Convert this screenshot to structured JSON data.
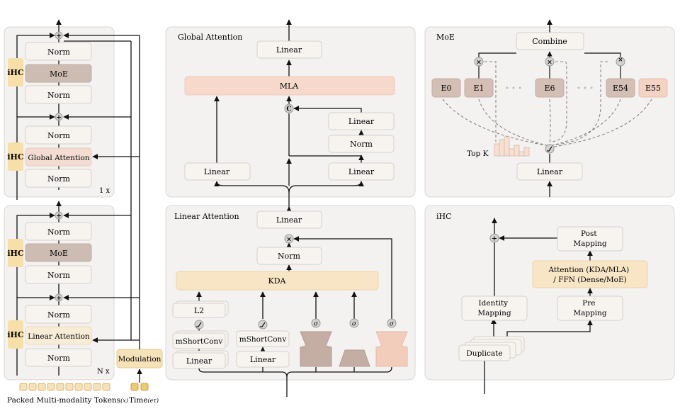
{
  "colors": {
    "panel_bg": "#f4f2f1",
    "panel_border": "#d8d6d4",
    "box_bg": "#f7f4f0",
    "box_border": "#d4cfca",
    "moe_fill": "#cdbcb2",
    "global_attn_fill": "#f3ddd2",
    "linear_attn_fill": "#f8ecd6",
    "ihc_fill": "#f6dfa8",
    "mla_fill": "#f6d9cb",
    "kda_fill": "#f8e5c6",
    "modulation_fill": "#f6e2b8",
    "arrow": "#111111"
  },
  "left_stack": {
    "top_block": {
      "norm_top": "Norm",
      "moe": "MoE",
      "norm_mid": "Norm",
      "ihc_top": "iHC",
      "norm_attn": "Norm",
      "global_attention": "Global Attention",
      "norm_bottom": "Norm",
      "ihc_bottom": "iHC",
      "repeat": "1 x"
    },
    "bottom_block": {
      "norm_top": "Norm",
      "moe": "MoE",
      "norm_mid": "Norm",
      "ihc_top": "iHC",
      "norm_attn": "Norm",
      "linear_attention": "Linear Attention",
      "norm_bottom": "Norm",
      "ihc_bottom": "iHC",
      "repeat": "N x"
    },
    "modulation": "Modulation",
    "tokens_label": "Packed Multi-modality Tokens",
    "tokens_symbol": "(x)",
    "time_label": "Time",
    "time_symbol": "(eτ)"
  },
  "global_attention": {
    "title": "Global Attention",
    "linear_top": "Linear",
    "mla": "MLA",
    "concat": "C",
    "linear_r1": "Linear",
    "norm_r": "Norm",
    "linear_left": "Linear",
    "linear_right": "Linear"
  },
  "linear_attention": {
    "title": "Linear Attention",
    "linear_top": "Linear",
    "norm": "Norm",
    "kda": "KDA",
    "l2": "L2",
    "mshortconv_a": "mShortConv",
    "linear_a": "Linear",
    "mshortconv_b": "mShortConv",
    "linear_b": "Linear",
    "sigma": "σ"
  },
  "moe": {
    "title": "MoE",
    "combine": "Combine",
    "experts": [
      "E0",
      "E1",
      "E6",
      "E54",
      "E55"
    ],
    "ellipsis": "• • •",
    "topk": "Top K",
    "linear": "Linear"
  },
  "ihc": {
    "title": "iHC",
    "post_mapping": "Post\nMapping",
    "attention_ffn": "Attention (KDA/MLA)\n/ FFN (Dense/MoE)",
    "identity_mapping": "Identity\nMapping",
    "pre_mapping": "Pre\nMapping",
    "duplicate": "Duplicate"
  },
  "symbols": {
    "plus": "+",
    "times": "×"
  }
}
